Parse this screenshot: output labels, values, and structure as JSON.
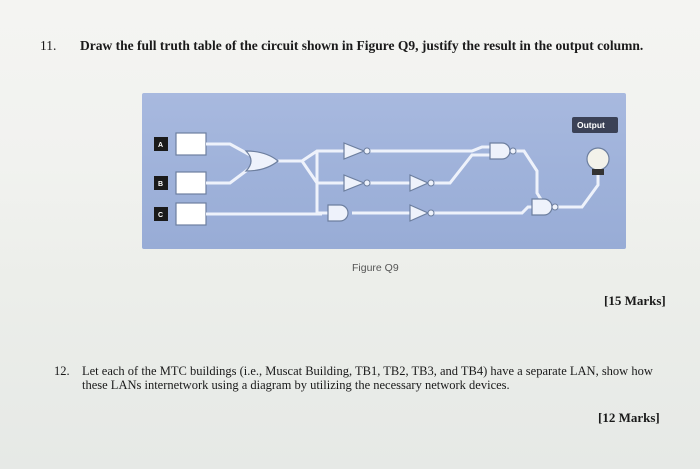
{
  "q11": {
    "number": "11.",
    "text": "Draw the full truth table of the circuit shown in Figure Q9, justify the result in the output column."
  },
  "figure": {
    "inputs": [
      "A",
      "B",
      "C"
    ],
    "output_label": "Output",
    "caption": "Figure Q9"
  },
  "marks_q11": "[15 Marks]",
  "q12": {
    "number": "12.",
    "text": "Let each of the MTC buildings (i.e., Muscat Building, TB1, TB2, TB3, and TB4) have a separate LAN, show how these LANs internetwork using a diagram by utilizing the necessary network devices."
  },
  "marks_q12": "[12 Marks]"
}
